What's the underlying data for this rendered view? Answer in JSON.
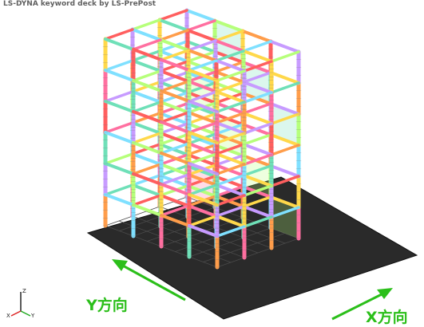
{
  "header": {
    "text": "LS-DYNA keyword deck by LS-PrePost"
  },
  "labels": {
    "y_direction": "Y方向",
    "x_direction": "X方向"
  },
  "axes_triad": {
    "z": "Z",
    "y": "Y",
    "x": "X"
  },
  "colors": {
    "arrow": "#2bbf1a",
    "floor": "#2a2a2a",
    "frame_palette": [
      "#ff6fa0",
      "#ffd84a",
      "#7fe0ff",
      "#b6ff7a",
      "#ff9d4a",
      "#c79bff",
      "#6fe0b8",
      "#ff5f5f"
    ]
  },
  "model": {
    "type": "3d-building-frame-mesh"
  }
}
